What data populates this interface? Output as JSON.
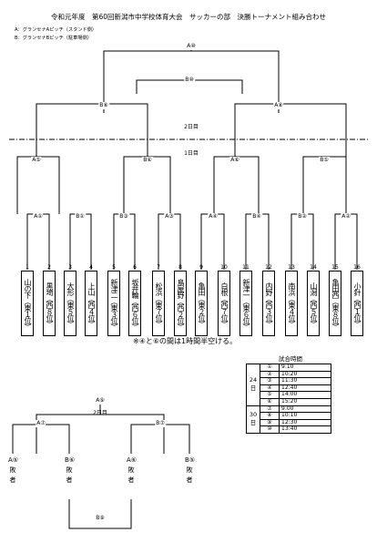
{
  "title": "令和元年度　第60回新潟市中学校体育大会　サッカーの部　決勝トーナメント組み合わせ",
  "legend": [
    "A：グランセナAピッチ（スタンド側）",
    "B：グランセナBピッチ（駐車場側）"
  ],
  "rounds": {
    "final": "A⑩",
    "third": "B⑩",
    "semi_left": "B⑧",
    "semi_right": "A⑧",
    "qf": [
      "A⑤",
      "B⑥",
      "A⑥",
      "B⑤"
    ],
    "r1": [
      "A①",
      "B①",
      "B③",
      "A③",
      "A④",
      "B④",
      "B②",
      "A②"
    ],
    "cons_top": "A⑨",
    "cons_left": "A⑦",
    "cons_right": "B⑦",
    "cons_bottom": "B⑨"
  },
  "day_labels": {
    "day2": "2日目",
    "day1": "1日目",
    "cons_day2": "2日目"
  },
  "teams": [
    {
      "no": "1",
      "name": "山の下（東１位）"
    },
    {
      "no": "2",
      "name": "黒埼（西８位）"
    },
    {
      "no": "3",
      "name": "大形（東５位）"
    },
    {
      "no": "4",
      "name": "上山（西４位）"
    },
    {
      "no": "5",
      "name": "新津二（東３位）"
    },
    {
      "no": "6",
      "name": "坂井輪（西６位）"
    },
    {
      "no": "7",
      "name": "松浜（東７位）"
    },
    {
      "no": "8",
      "name": "鳥屋野（西２位）"
    },
    {
      "no": "9",
      "name": "亀田（東２位）"
    },
    {
      "no": "10",
      "name": "白根（西７位）"
    },
    {
      "no": "11",
      "name": "新津一（東６位）"
    },
    {
      "no": "12",
      "name": "内野（西３位）"
    },
    {
      "no": "13",
      "name": "南浜（東４位）"
    },
    {
      "no": "14",
      "name": "山潟（西５位）"
    },
    {
      "no": "15",
      "name": "亀田西（東８位）"
    },
    {
      "no": "16",
      "name": "小針（西１位）"
    }
  ],
  "note": "※④と⑥の間は1時間半空ける。",
  "losers": [
    "A⑤敗者",
    "B⑥敗者",
    "A⑥敗者",
    "B⑤敗者"
  ],
  "schedule": {
    "title": "試合時間",
    "days": [
      {
        "label": "24日",
        "rows": [
          {
            "match": "①",
            "time": "9:10"
          },
          {
            "match": "②",
            "time": "10:20"
          },
          {
            "match": "③",
            "time": "11:30"
          },
          {
            "match": "④",
            "time": "12:40"
          },
          {
            "match": "⑤",
            "time": "14:00"
          },
          {
            "match": "⑥",
            "time": "15:20"
          }
        ]
      },
      {
        "label": "30日",
        "rows": [
          {
            "match": "⑦",
            "time": "9:00"
          },
          {
            "match": "⑧",
            "time": "10:10"
          },
          {
            "match": "⑨",
            "time": "12:30"
          },
          {
            "match": "⑩",
            "time": "13:40"
          }
        ]
      }
    ]
  }
}
